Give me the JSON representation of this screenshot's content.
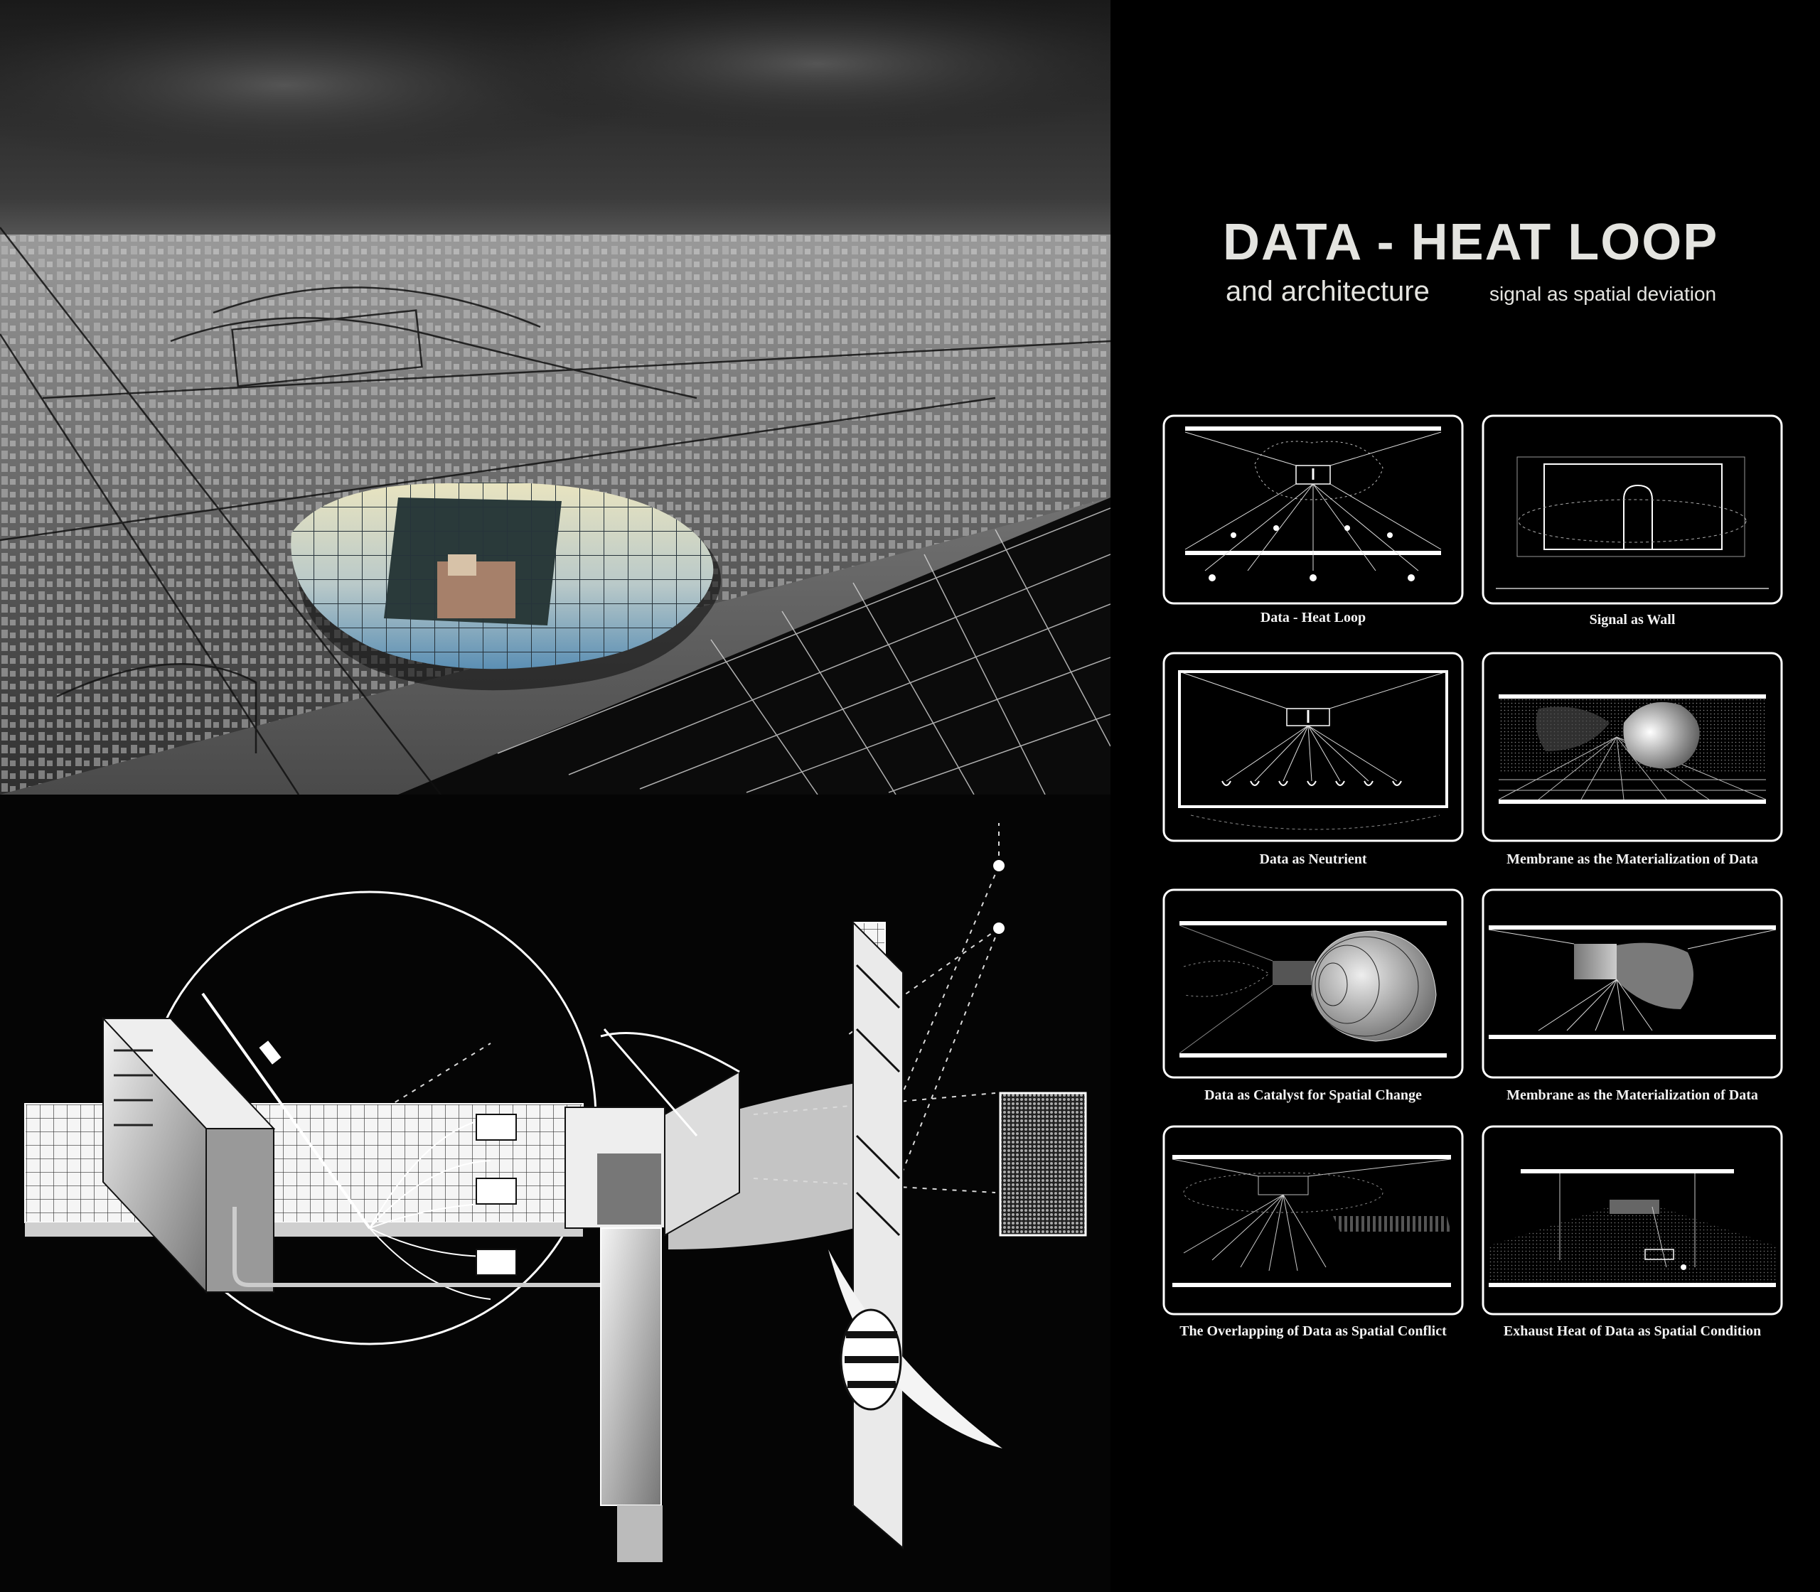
{
  "title": "DATA - HEAT LOOP",
  "subtitle_left": "and architecture",
  "subtitle_right": "signal as spatial deviation",
  "diagrams": [
    {
      "caption": "Data - Heat Loop"
    },
    {
      "caption": "Signal  as  Wall"
    },
    {
      "caption": "Data  as  Neutrient"
    },
    {
      "caption": "Membrane as the Materialization of Data"
    },
    {
      "caption": "Data as Catalyst for Spatial Change"
    },
    {
      "caption": "Membrane as the Materialization of Data"
    },
    {
      "caption": "The Overlapping of Data as Spatial Conflict"
    },
    {
      "caption": "Exhaust Heat of Data as Spatial Condition"
    }
  ],
  "colors": {
    "background": "#000000",
    "text": "#e4e4e0",
    "membrane_blue": "#5b8fb4",
    "membrane_cream": "#e9e4c0"
  }
}
